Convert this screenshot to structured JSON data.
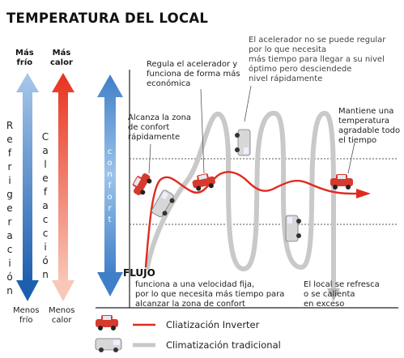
{
  "title": "TEMPERATURA DEL LOCAL",
  "left_axis": {
    "more_cold": "Más\nfrío",
    "more_heat": "Más\ncalor",
    "refrigeracion": "Refrigeración",
    "calefaccion": "Calefacción",
    "less_cold": "Menos\nfrío",
    "less_heat": "Menos\ncalor"
  },
  "confort_label": "confort",
  "flujo_label": "FLUJO",
  "annotations": {
    "reaches_zone": "Alcanza la zona\nde confort\nrápidamente",
    "regulates": "Regula el acelerador y\nfunciona de forma más\neconómica",
    "accelerator": "El acelerador no se puede regular\npor lo que necesita\nmás tiempo para llegar a su nivel\nóptimo pero desciendede\nnivel rápidamente",
    "maintains": "Mantiene una\ntemperatura\nagradable todo\nel tiempo",
    "fixed_speed": "funciona a una velocidad fija,\npor lo que necesita más tiempo para\nalcanzar la zona de confort",
    "cools": "El local se refresca\no se calienta\nen exceso"
  },
  "legend": {
    "inverter": "Cliatización Inverter",
    "traditional": "Climatización tradicional"
  },
  "colors": {
    "inverter_line": "#e02a1f",
    "traditional_line": "#c8c8c8",
    "cold_arrow": "#2b6fb8",
    "heat_arrow": "#e8412e",
    "confort_arrow": "#5b9bd5"
  }
}
